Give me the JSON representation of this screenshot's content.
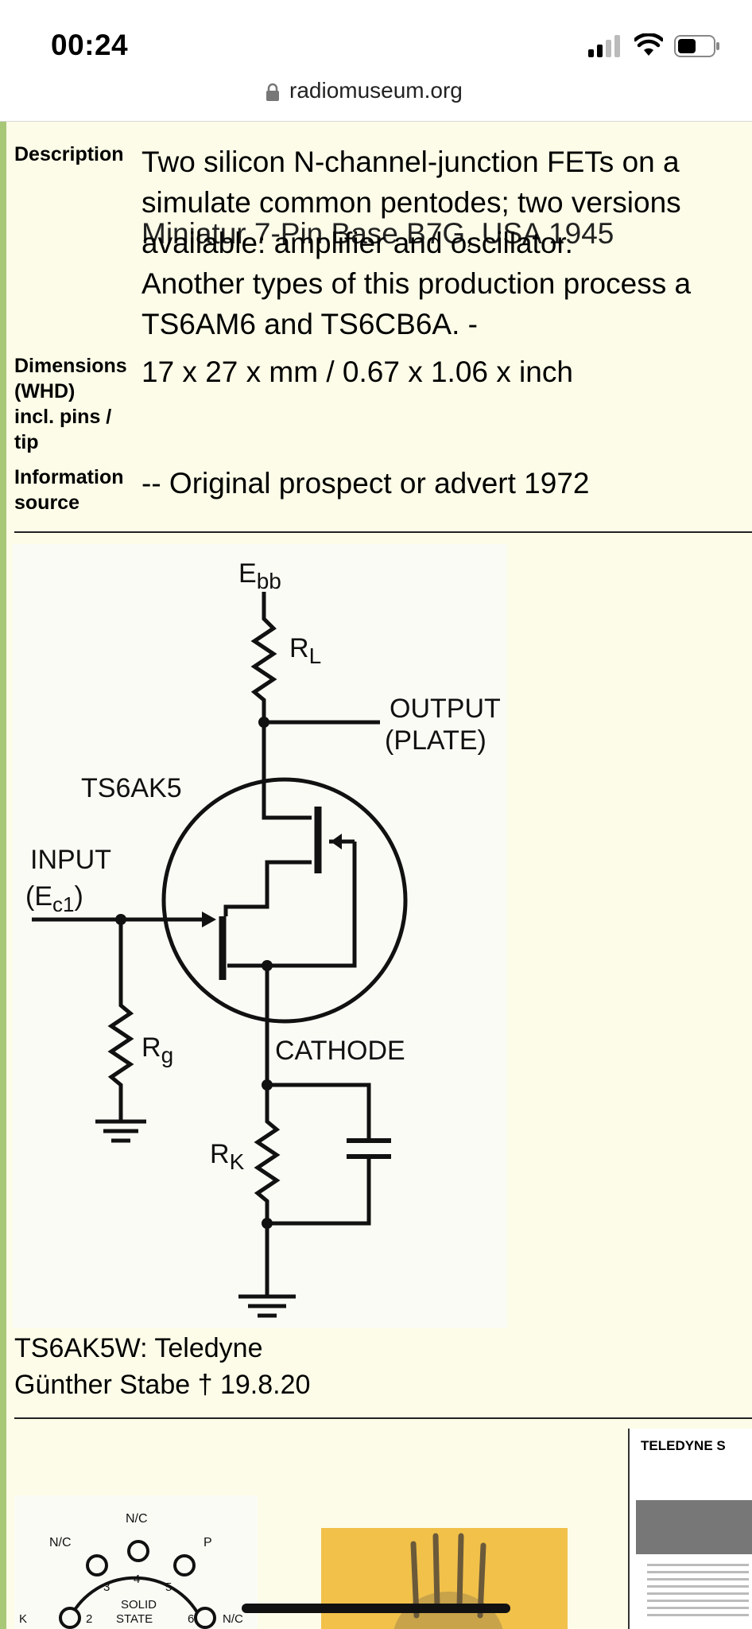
{
  "status": {
    "time": "00:24"
  },
  "browser": {
    "url": "radiomuseum.org"
  },
  "page": {
    "cut_text": "Miniatur 7-Pin Base B7G, USA 1945",
    "rows": [
      {
        "label": "Description",
        "lines": [
          "Two silicon N-channel-junction FETs on a",
          "simulate common pentodes; two versions",
          "available: amplifier and oscillator.",
          "Another types of this production process a",
          "TS6AM6 and TS6CB6A. -"
        ]
      },
      {
        "label": "Dimensions (WHD) incl. pins / tip",
        "label_lines": [
          "Dimensions",
          "(WHD)",
          "incl. pins /",
          "tip"
        ],
        "lines": [
          "17 x 27 x mm / 0.67 x 1.06 x inch"
        ]
      },
      {
        "label": "Information source",
        "label_lines": [
          "Information",
          "source"
        ],
        "lines": [
          "-- Original prospect or advert   1972"
        ]
      }
    ],
    "schematic": {
      "ebb": "E",
      "ebb_sub": "bb",
      "rl": "R",
      "rl_sub": "L",
      "output": "OUTPUT",
      "plate": "(PLATE)",
      "tube": "TS6AK5",
      "input": "INPUT",
      "ec1": "(E",
      "ec1_sub": "c1",
      "ec1_close": ")",
      "rg": "R",
      "rg_sub": "g",
      "cathode": "CATHODE",
      "rk": "R",
      "rk_sub": "K"
    },
    "caption": {
      "line1": "TS6AK5W: Teledyne",
      "line2": "Günther Stabe † 19.8.20"
    },
    "thumb_pinout": {
      "nc1": "N/C",
      "nc2": "N/C",
      "nc3": "N/C",
      "p": "P",
      "k": "K",
      "solid": "SOLID",
      "state": "STATE",
      "pins": [
        "2",
        "3",
        "4",
        "5",
        "6"
      ]
    },
    "thumb_doc": {
      "title": "TELEDYNE S"
    }
  }
}
